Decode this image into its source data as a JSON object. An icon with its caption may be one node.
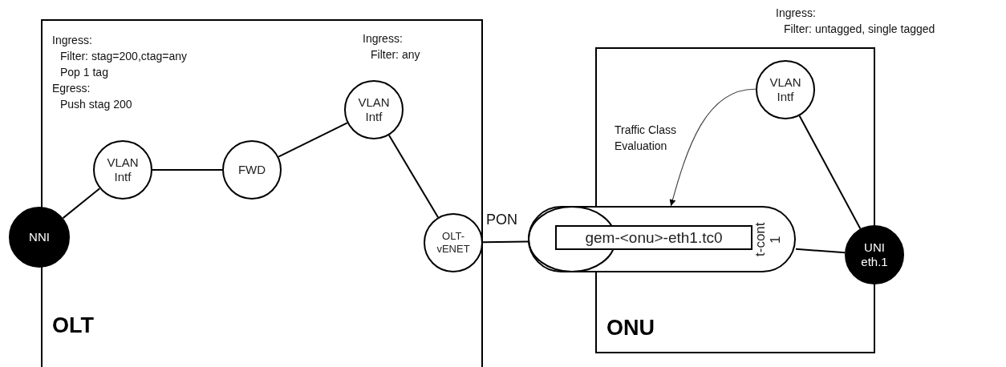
{
  "diagram": {
    "nodes": [
      {
        "text": [
          "OLT"
        ]
      },
      {
        "text": [
          "NNI"
        ]
      },
      {
        "text": [
          "VLAN Intf"
        ],
        "in": 0,
        "beside": [
          "Ingress:",
          "Filter: stag=200,ctag=any",
          "Pop 1 tag",
          "Egress:",
          "Push stag 200"
        ]
      },
      {
        "text": [
          "FWD"
        ],
        "in": 0
      },
      {
        "text": [
          "VLAN Intf"
        ],
        "in": 0,
        "beside": [
          "Ingress:",
          "Filter: any"
        ]
      },
      {
        "text": [
          "OLT-vENET"
        ],
        "in": 0
      },
      {
        "text": [
          "ONU"
        ]
      },
      {
        "text": [
          "t-cont 1"
        ]
      },
      {
        "text": [],
        "shape": "ellipse",
        "in": 7
      },
      {
        "text": [
          "gem-<onu>-eth1.tc0"
        ],
        "in": 7
      },
      {
        "text": [
          "VLAN Intf"
        ],
        "in": 6,
        "beside": [
          "Ingress:",
          "Filter: untagged, single tagged"
        ]
      },
      {
        "text": [
          "UNI eth.1"
        ]
      }
    ],
    "edges": [
      {
        "from": 1,
        "to": 2,
        "arrow": "none"
      },
      {
        "from": 2,
        "to": 3,
        "arrow": "none"
      },
      {
        "from": 3,
        "to": 4,
        "arrow": "none"
      },
      {
        "from": 4,
        "to": 5,
        "arrow": "none"
      },
      {
        "from": 5,
        "to": 7,
        "arrow": "none",
        "label": "PON"
      },
      {
        "from": 7,
        "to": 11,
        "arrow": "none"
      },
      {
        "from": 10,
        "to": 11,
        "arrow": "none"
      },
      {
        "from": 10,
        "to": 7,
        "arrow": "to",
        "label": "Traffic Class Evaluation"
      }
    ]
  }
}
